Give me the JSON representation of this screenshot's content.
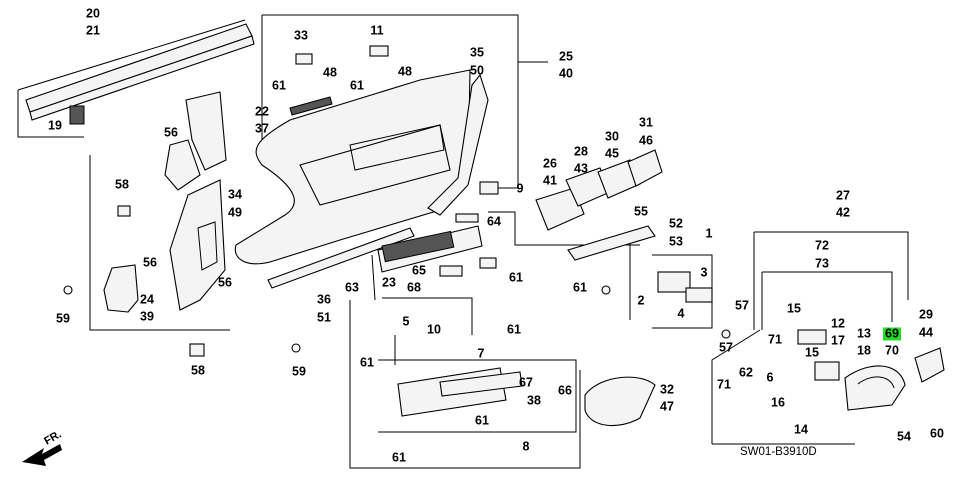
{
  "diagram": {
    "code": "SW01-B3910D",
    "direction": "FR.",
    "highlight_color": "#22dd22",
    "callouts": [
      {
        "id": "c20",
        "text": "20"
      },
      {
        "id": "c21",
        "text": "21"
      },
      {
        "id": "c19",
        "text": "19"
      },
      {
        "id": "c33",
        "text": "33"
      },
      {
        "id": "c48a",
        "text": "48"
      },
      {
        "id": "c61a",
        "text": "61"
      },
      {
        "id": "c11",
        "text": "11"
      },
      {
        "id": "c48b",
        "text": "48"
      },
      {
        "id": "c61b",
        "text": "61"
      },
      {
        "id": "c22",
        "text": "22"
      },
      {
        "id": "c37",
        "text": "37"
      },
      {
        "id": "c35",
        "text": "35"
      },
      {
        "id": "c50",
        "text": "50"
      },
      {
        "id": "c25",
        "text": "25"
      },
      {
        "id": "c40",
        "text": "40"
      },
      {
        "id": "c56a",
        "text": "56"
      },
      {
        "id": "c58a",
        "text": "58"
      },
      {
        "id": "c34",
        "text": "34"
      },
      {
        "id": "c49",
        "text": "49"
      },
      {
        "id": "c56b",
        "text": "56"
      },
      {
        "id": "c59a",
        "text": "59"
      },
      {
        "id": "c24",
        "text": "24"
      },
      {
        "id": "c39",
        "text": "39"
      },
      {
        "id": "c56c",
        "text": "56"
      },
      {
        "id": "c58b",
        "text": "58"
      },
      {
        "id": "c59b",
        "text": "59"
      },
      {
        "id": "c9",
        "text": "9"
      },
      {
        "id": "c64",
        "text": "64"
      },
      {
        "id": "c36",
        "text": "36"
      },
      {
        "id": "c51",
        "text": "51"
      },
      {
        "id": "c63",
        "text": "63"
      },
      {
        "id": "c23",
        "text": "23"
      },
      {
        "id": "c65",
        "text": "65"
      },
      {
        "id": "c68",
        "text": "68"
      },
      {
        "id": "c61c",
        "text": "61"
      },
      {
        "id": "c26",
        "text": "26"
      },
      {
        "id": "c41",
        "text": "41"
      },
      {
        "id": "c28",
        "text": "28"
      },
      {
        "id": "c43",
        "text": "43"
      },
      {
        "id": "c30",
        "text": "30"
      },
      {
        "id": "c45",
        "text": "45"
      },
      {
        "id": "c31",
        "text": "31"
      },
      {
        "id": "c46",
        "text": "46"
      },
      {
        "id": "c55",
        "text": "55"
      },
      {
        "id": "c52",
        "text": "52"
      },
      {
        "id": "c53",
        "text": "53"
      },
      {
        "id": "c1",
        "text": "1"
      },
      {
        "id": "c3",
        "text": "3"
      },
      {
        "id": "c4",
        "text": "4"
      },
      {
        "id": "c61d",
        "text": "61"
      },
      {
        "id": "c2",
        "text": "2"
      },
      {
        "id": "c27",
        "text": "27"
      },
      {
        "id": "c42",
        "text": "42"
      },
      {
        "id": "c72",
        "text": "72"
      },
      {
        "id": "c73",
        "text": "73"
      },
      {
        "id": "c57a",
        "text": "57"
      },
      {
        "id": "c57b",
        "text": "57"
      },
      {
        "id": "c15a",
        "text": "15"
      },
      {
        "id": "c12",
        "text": "12"
      },
      {
        "id": "c17",
        "text": "17"
      },
      {
        "id": "c13",
        "text": "13"
      },
      {
        "id": "c18",
        "text": "18"
      },
      {
        "id": "c69",
        "text": "69"
      },
      {
        "id": "c70",
        "text": "70"
      },
      {
        "id": "c29",
        "text": "29"
      },
      {
        "id": "c44",
        "text": "44"
      },
      {
        "id": "c71a",
        "text": "71"
      },
      {
        "id": "c15b",
        "text": "15"
      },
      {
        "id": "c6",
        "text": "6"
      },
      {
        "id": "c62",
        "text": "62"
      },
      {
        "id": "c71b",
        "text": "71"
      },
      {
        "id": "c16",
        "text": "16"
      },
      {
        "id": "c14",
        "text": "14"
      },
      {
        "id": "c54",
        "text": "54"
      },
      {
        "id": "c60",
        "text": "60"
      },
      {
        "id": "c5",
        "text": "5"
      },
      {
        "id": "c10",
        "text": "10"
      },
      {
        "id": "c61e",
        "text": "61"
      },
      {
        "id": "c61f",
        "text": "61"
      },
      {
        "id": "c7",
        "text": "7"
      },
      {
        "id": "c67",
        "text": "67"
      },
      {
        "id": "c66",
        "text": "66"
      },
      {
        "id": "c38",
        "text": "38"
      },
      {
        "id": "c61g",
        "text": "61"
      },
      {
        "id": "c32",
        "text": "32"
      },
      {
        "id": "c47",
        "text": "47"
      },
      {
        "id": "c61h",
        "text": "61"
      },
      {
        "id": "c8",
        "text": "8"
      }
    ]
  }
}
